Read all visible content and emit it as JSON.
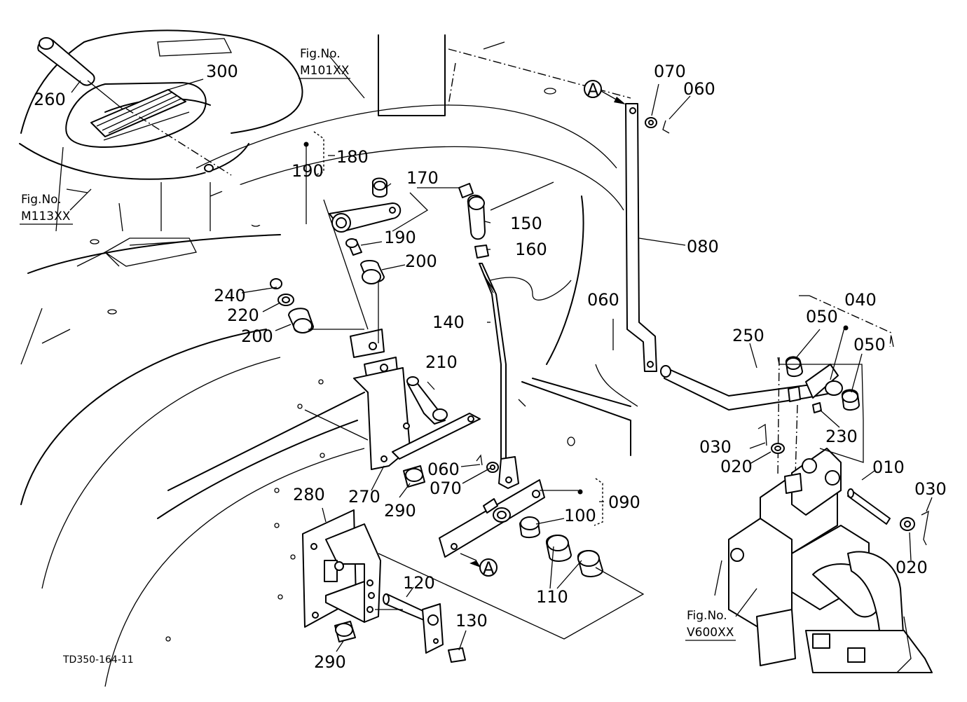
{
  "figure_refs": [
    {
      "label": "Fig.No.",
      "code": "M101XX"
    },
    {
      "label": "Fig.No.",
      "code": "M113XX"
    },
    {
      "label": "Fig.No.",
      "code": "V600XX"
    }
  ],
  "callouts": [
    "300",
    "260",
    "180",
    "190",
    "170",
    "150",
    "190",
    "160",
    "200",
    "240",
    "220",
    "200",
    "140",
    "210",
    "270",
    "060",
    "070",
    "290",
    "280",
    "090",
    "100",
    "110",
    "120",
    "130",
    "290",
    "070",
    "060",
    "080",
    "060",
    "040",
    "050",
    "250",
    "050",
    "230",
    "030",
    "020",
    "010",
    "030",
    "020"
  ],
  "markers": [
    "A",
    "A"
  ],
  "diagram_id": "TD350-164-11"
}
